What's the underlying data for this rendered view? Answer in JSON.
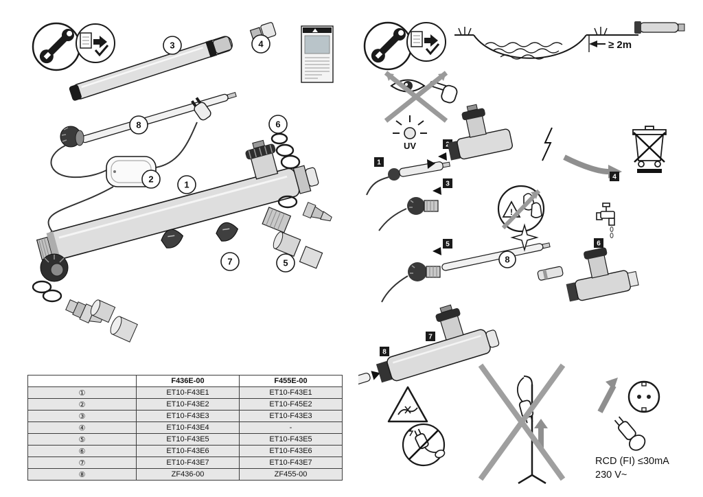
{
  "left": {
    "callouts": {
      "c1": "1",
      "c2": "2",
      "c3": "3",
      "c4": "4",
      "c5": "5",
      "c6": "6",
      "c7": "7",
      "c8": "8"
    }
  },
  "table": {
    "headers": [
      "",
      "F436E-00",
      "F455E-00"
    ],
    "rows": [
      {
        "id": "①",
        "c1": "ET10-F43E1",
        "c2": "ET10-F43E1"
      },
      {
        "id": "②",
        "c1": "ET10-F43E2",
        "c2": "ET10-F45E2"
      },
      {
        "id": "③",
        "c1": "ET10-F43E3",
        "c2": "ET10-F43E3"
      },
      {
        "id": "④",
        "c1": "ET10-F43E4",
        "c2": "-"
      },
      {
        "id": "⑤",
        "c1": "ET10-F43E5",
        "c2": "ET10-F43E5"
      },
      {
        "id": "⑥",
        "c1": "ET10-F43E6",
        "c2": "ET10-F43E6"
      },
      {
        "id": "⑦",
        "c1": "ET10-F43E7",
        "c2": "ET10-F43E7"
      },
      {
        "id": "⑧",
        "c1": "ZF436-00",
        "c2": "ZF455-00"
      }
    ]
  },
  "right": {
    "steps": {
      "s1": "1",
      "s2": "2",
      "s3": "3",
      "s4": "4",
      "s5": "5",
      "s6": "6",
      "s7": "7",
      "s8": "8"
    },
    "star_callout": "8",
    "distance": "≥ 2m",
    "uv": "UV",
    "warning_exclaim": "!",
    "rcd": "RCD (FI) ≤30mA",
    "voltage": "230 V~"
  }
}
